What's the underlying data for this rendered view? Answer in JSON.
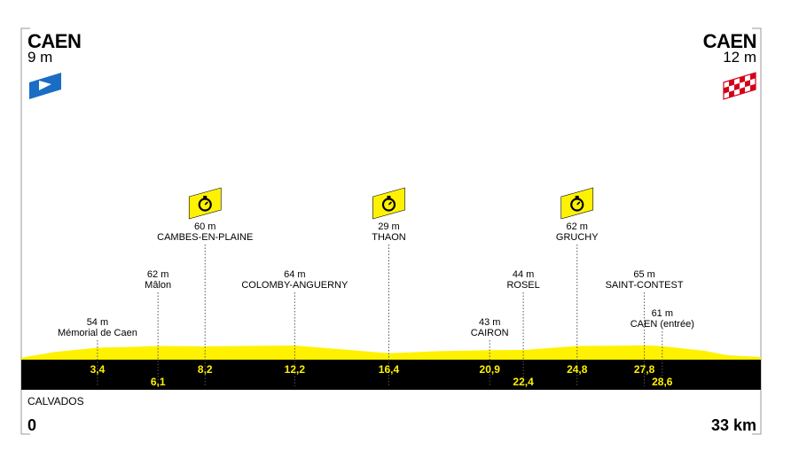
{
  "start": {
    "name": "CAEN",
    "altitude": "9 m",
    "icon": "start-flag-icon"
  },
  "finish": {
    "name": "CAEN",
    "altitude": "12 m",
    "icon": "finish-flag-icon"
  },
  "region": "CALVADOS",
  "distance": {
    "start_label": "0",
    "end_label": "33 km"
  },
  "colors": {
    "profile": "#fff200",
    "band": "#000000",
    "band_text": "#fff200",
    "start_flag": "#1a6dc4",
    "finish_flag": "#d4001a"
  },
  "chart_data": {
    "type": "area",
    "x_unit": "km",
    "y_unit": "m",
    "xlim": [
      0,
      33
    ],
    "profile": {
      "x": [
        0,
        1.5,
        3.4,
        5.0,
        6.1,
        7.0,
        8.2,
        10.0,
        12.2,
        14.5,
        16.4,
        18.5,
        20.9,
        22.4,
        23.5,
        24.8,
        26.5,
        27.8,
        28.6,
        30.5,
        31.5,
        33
      ],
      "y": [
        9,
        35,
        54,
        58,
        62,
        61,
        60,
        62,
        64,
        45,
        29,
        38,
        43,
        44,
        52,
        62,
        63,
        65,
        61,
        40,
        20,
        12
      ]
    },
    "waypoints": [
      {
        "km": 3.4,
        "km_label": "3,4",
        "name": "Mémorial de Caen",
        "alt": "54 m",
        "label_row": "low",
        "sprint": false
      },
      {
        "km": 6.1,
        "km_label": "6,1",
        "name": "Mâlon",
        "alt": "62 m",
        "label_row": "high",
        "sprint": false
      },
      {
        "km": 8.2,
        "km_label": "8,2",
        "name": "CAMBES-EN-PLAINE",
        "alt": "60 m",
        "label_row": "top",
        "sprint": true
      },
      {
        "km": 12.2,
        "km_label": "12,2",
        "name": "COLOMBY-ANGUERNY",
        "alt": "64 m",
        "label_row": "high",
        "sprint": false
      },
      {
        "km": 16.4,
        "km_label": "16,4",
        "name": "THAON",
        "alt": "29 m",
        "label_row": "top",
        "sprint": true
      },
      {
        "km": 20.9,
        "km_label": "20,9",
        "name": "CAIRON",
        "alt": "43 m",
        "label_row": "low",
        "sprint": false
      },
      {
        "km": 22.4,
        "km_label": "22,4",
        "name": "ROSEL",
        "alt": "44 m",
        "label_row": "high",
        "sprint": false
      },
      {
        "km": 24.8,
        "km_label": "24,8",
        "name": "GRUCHY",
        "alt": "62 m",
        "label_row": "top",
        "sprint": true
      },
      {
        "km": 27.8,
        "km_label": "27,8",
        "name": "SAINT-CONTEST",
        "alt": "65 m",
        "label_row": "high",
        "sprint": false
      },
      {
        "km": 28.6,
        "km_label": "28,6",
        "name": "CAEN (entrée)",
        "alt": "61 m",
        "label_row": "mid",
        "sprint": false
      }
    ]
  }
}
